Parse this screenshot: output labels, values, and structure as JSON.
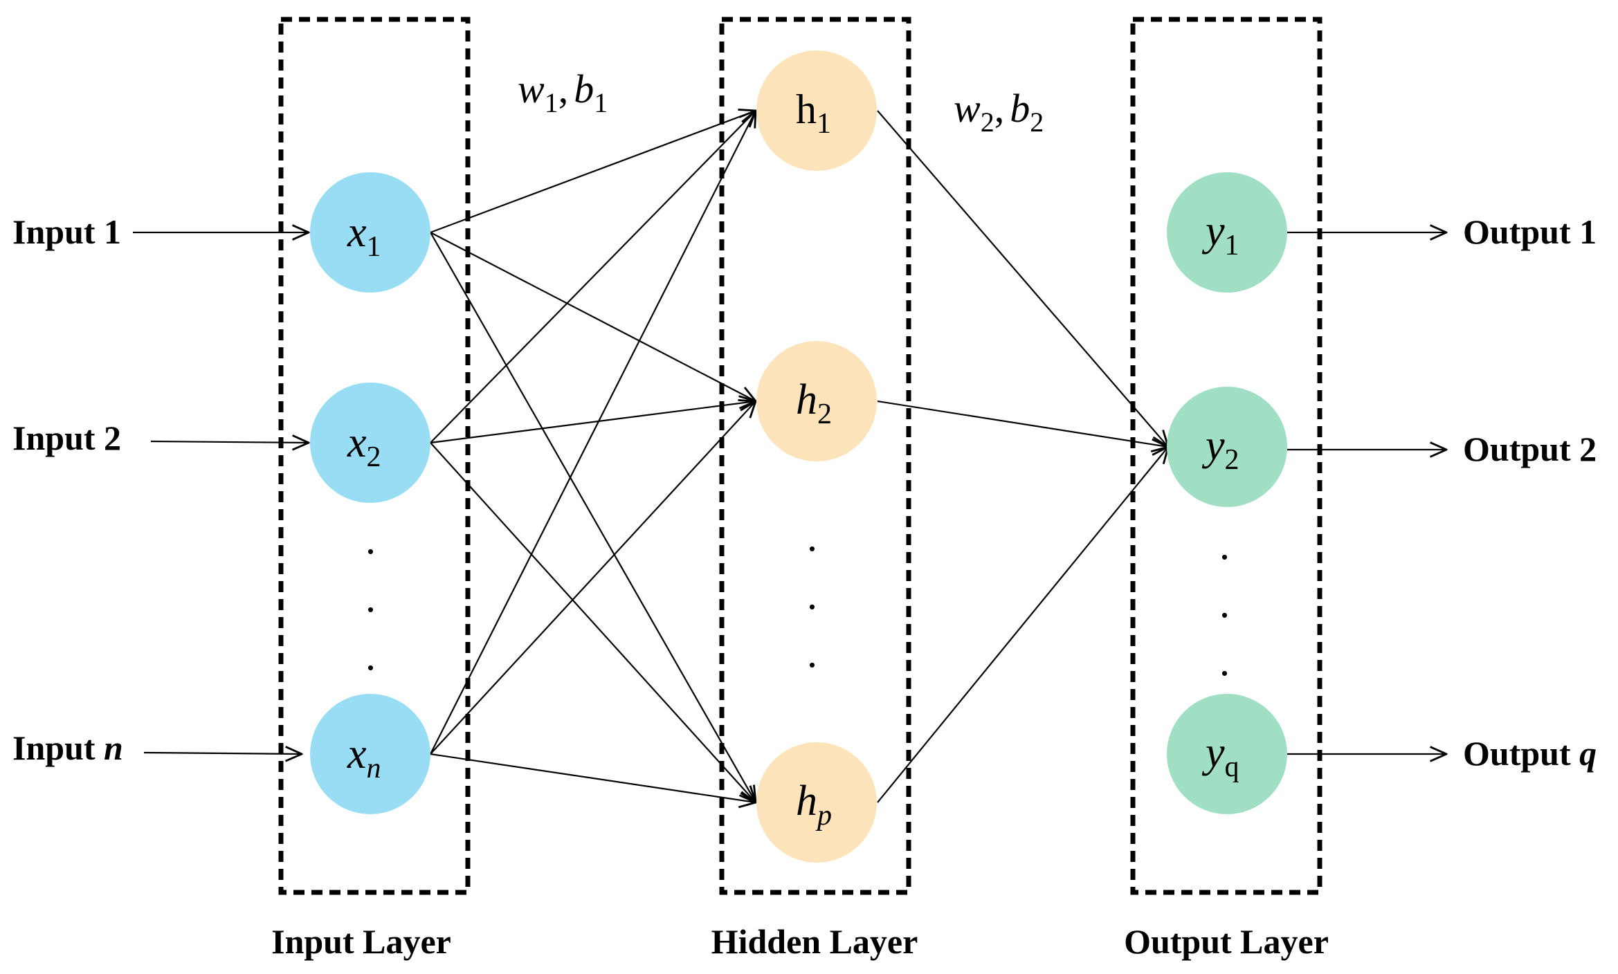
{
  "colors": {
    "input_node": "#99DDF5",
    "hidden_node": "#FCE3B9",
    "output_node": "#A1DFC4",
    "line": "#000000"
  },
  "inputs": [
    {
      "label": "Input ",
      "suffix": "1"
    },
    {
      "label": "Input ",
      "suffix": "2"
    },
    {
      "label": "Input ",
      "suffix": "n"
    }
  ],
  "outputs": [
    {
      "label": "Output ",
      "suffix": "1"
    },
    {
      "label": "Output ",
      "suffix": "2"
    },
    {
      "label": "Output ",
      "suffix": "q"
    }
  ],
  "input_nodes": [
    {
      "base": "x",
      "sub": "1"
    },
    {
      "base": "x",
      "sub": "2"
    },
    {
      "base": "x",
      "sub": "n"
    }
  ],
  "hidden_nodes": [
    {
      "base": "h",
      "sub": "1"
    },
    {
      "base": "h",
      "sub": "2"
    },
    {
      "base": "h",
      "sub": "p"
    }
  ],
  "output_nodes": [
    {
      "base": "y",
      "sub": "1"
    },
    {
      "base": "y",
      "sub": "2"
    },
    {
      "base": "y",
      "sub": "q"
    }
  ],
  "weights": [
    {
      "w": "w",
      "w_sub": "1",
      "sep": ",",
      "b": "b",
      "b_sub": "1"
    },
    {
      "w": "w",
      "w_sub": "2",
      "sep": ",",
      "b": "b",
      "b_sub": "2"
    }
  ],
  "layers": {
    "input": "Input Layer",
    "hidden": "Hidden Layer",
    "output": "Output Layer"
  },
  "ellipsis": "."
}
